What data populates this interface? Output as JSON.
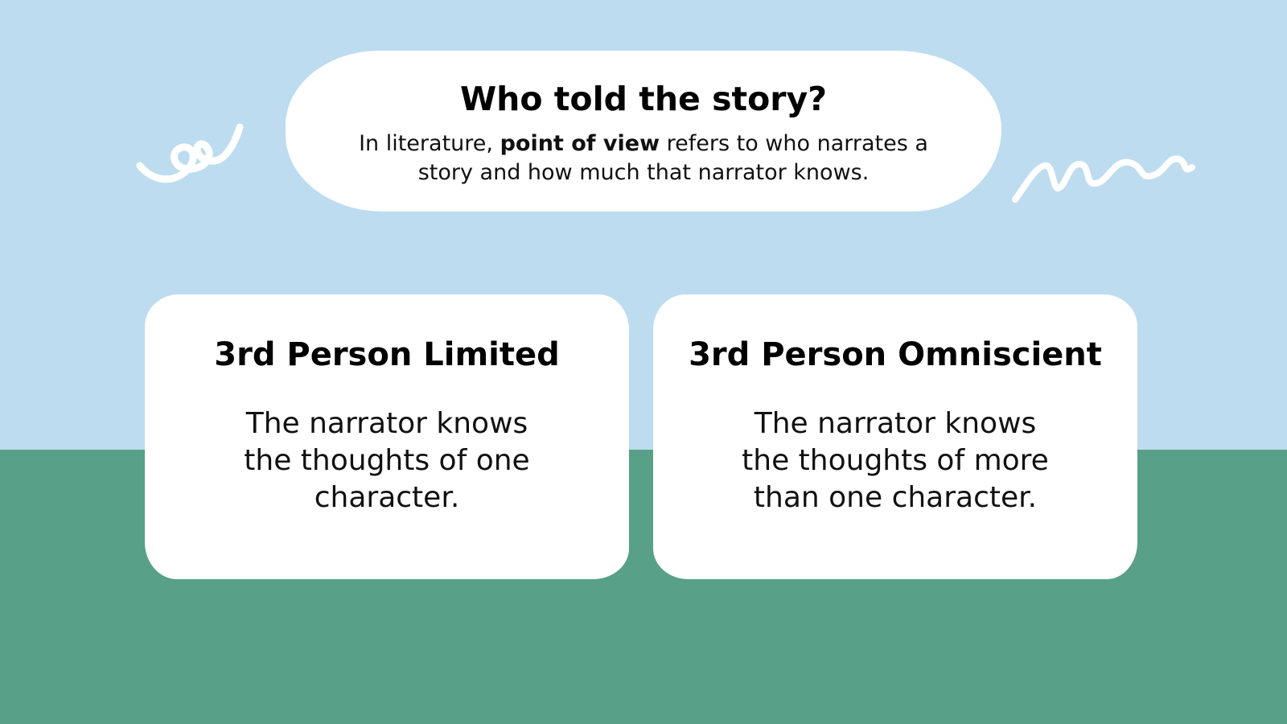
{
  "colors": {
    "sky": "#bddcef",
    "ground": "#58a088",
    "card": "#ffffff",
    "doodle": "#ffffff"
  },
  "header": {
    "title": "Who told the story?",
    "intro_before": "In literature,",
    "intro_term": "point of view",
    "intro_after": "refers to who narrates a story and how much that narrator knows."
  },
  "cards": [
    {
      "title": "3rd Person Limited",
      "body": "The narrator knows the thoughts of one character."
    },
    {
      "title": "3rd Person Omniscient",
      "body": "The narrator knows the thoughts of more than one character."
    }
  ],
  "decorations": [
    "curly-doodle-icon",
    "squiggle-doodle-icon"
  ]
}
